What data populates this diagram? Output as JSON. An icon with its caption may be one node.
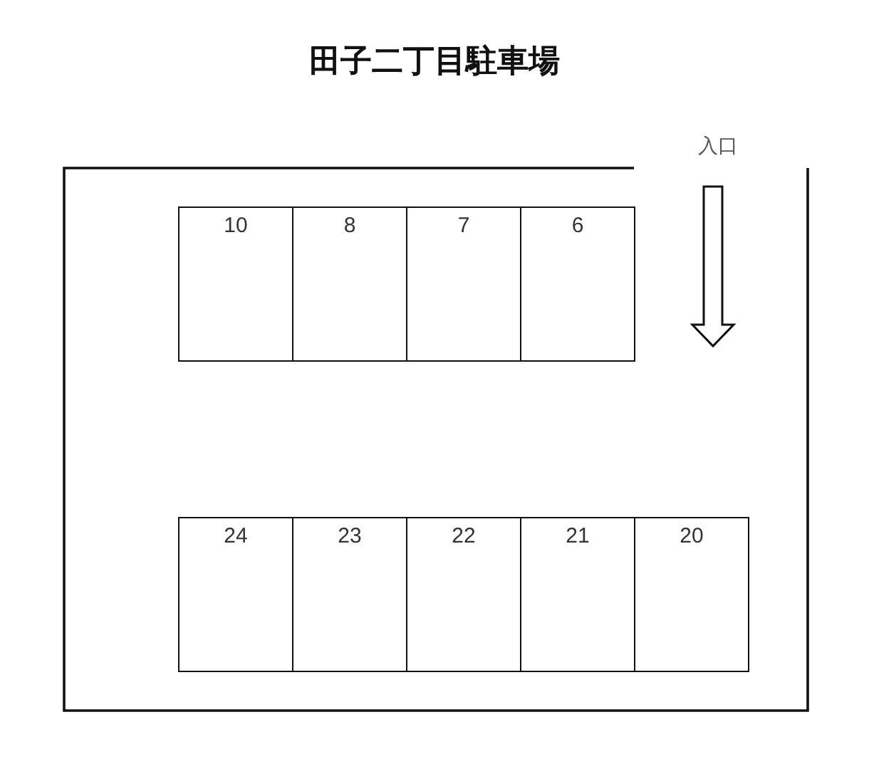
{
  "diagram": {
    "title": "田子二丁目駐車場",
    "nodes": [
      {
        "text": [
          "10"
        ]
      },
      {
        "text": [
          "8"
        ]
      },
      {
        "text": [
          "7"
        ]
      },
      {
        "text": [
          "6"
        ]
      },
      {
        "text": [
          "24"
        ]
      },
      {
        "text": [
          "23"
        ]
      },
      {
        "text": [
          "22"
        ]
      },
      {
        "text": [
          "21"
        ]
      },
      {
        "text": [
          "20"
        ]
      }
    ],
    "labels": [
      "入口"
    ]
  }
}
